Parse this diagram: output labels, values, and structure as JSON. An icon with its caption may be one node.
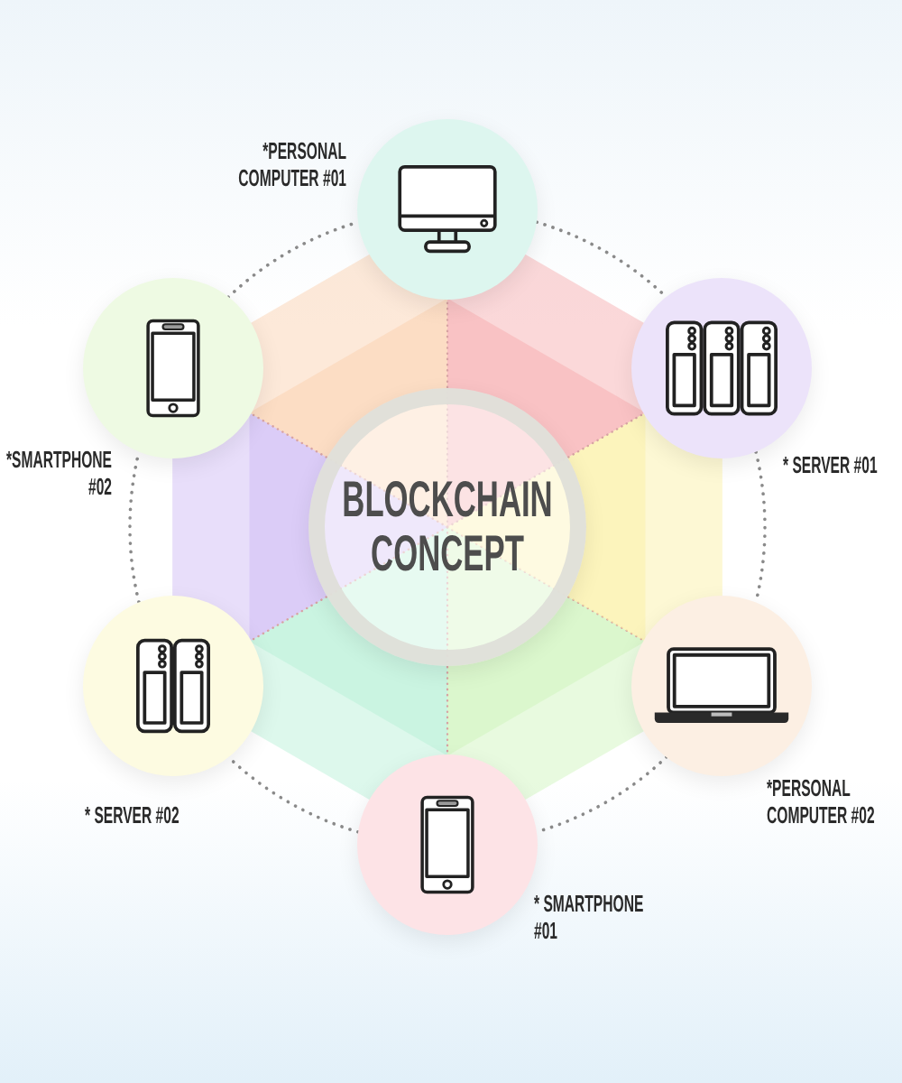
{
  "diagram": {
    "nodes": [
      {
        "text": [],
        "shape": "circle",
        "beside": [
          "*PERSONAL COMPUTER #01"
        ]
      },
      {
        "text": [],
        "shape": "circle",
        "beside": [
          "*SMARTPHONE #02"
        ]
      },
      {
        "text": [],
        "shape": "circle",
        "beside": [
          "* SERVER #01"
        ]
      },
      {
        "text": [
          "BLOCKCHAIN CONCEPT"
        ]
      },
      {
        "text": [],
        "shape": "circle",
        "beside": [
          "* SERVER #02"
        ]
      },
      {
        "text": [],
        "shape": "circle",
        "beside": [
          "*PERSONAL COMPUTER #02"
        ]
      },
      {
        "text": [],
        "shape": "circle",
        "beside": [
          "* SMARTPHONE #01"
        ]
      }
    ],
    "edges": [
      {
        "from": 0,
        "to": 2,
        "arrow": "none",
        "style": "dashed"
      },
      {
        "from": 2,
        "to": 5,
        "arrow": "none",
        "style": "dashed"
      },
      {
        "from": 5,
        "to": 6,
        "arrow": "none",
        "style": "dashed"
      },
      {
        "from": 6,
        "to": 4,
        "arrow": "none",
        "style": "dashed"
      },
      {
        "from": 4,
        "to": 1,
        "arrow": "none",
        "style": "dashed"
      },
      {
        "from": 1,
        "to": 0,
        "arrow": "none",
        "style": "dashed"
      }
    ]
  }
}
